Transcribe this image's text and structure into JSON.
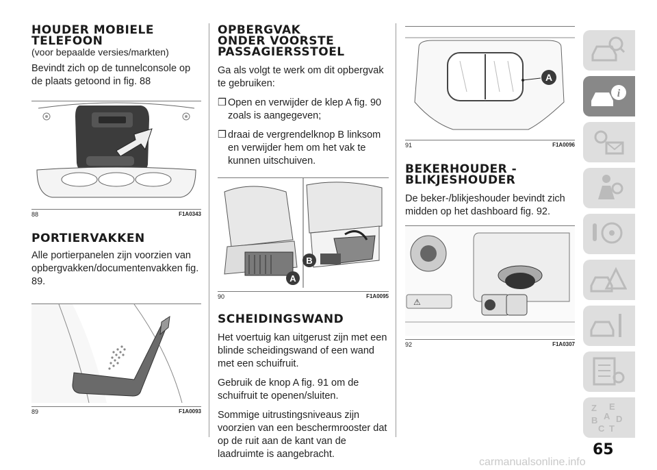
{
  "col1": {
    "h_phone": "HOUDER MOBIELE TELEFOON",
    "phone_sub": "(voor bepaalde versies/markten)",
    "phone_text": "Bevindt zich op de tunnelconsole op de plaats getoond in fig. 88",
    "fig88": {
      "num": "88",
      "code": "F1A0343"
    },
    "h_doors": "PORTIERVAKKEN",
    "doors_text": "Alle portierpanelen zijn voorzien van opbergvakken/documentenvakken fig. 89.",
    "fig89": {
      "num": "89",
      "code": "F1A0093"
    }
  },
  "col2": {
    "h_storage": "OPBERGVAK ONDER VOORSTE PASSAGIERSSTOEL",
    "storage_text": "Ga als volgt te werk om dit opbergvak te gebruiken:",
    "bullet_symbol": "❒",
    "bullet1": "Open en verwijder de klep A fig. 90 zoals is aangegeven;",
    "bullet2": "draai de vergrendelknop B linksom en verwijder hem om het vak te kunnen uitschuiven.",
    "fig90": {
      "num": "90",
      "code": "F1A0095",
      "label_a": "A",
      "label_b": "B"
    },
    "h_partition": "SCHEIDINGSWAND",
    "partition_p1": "Het voertuig kan uitgerust zijn met een blinde scheidingswand of een wand met een schuifruit.",
    "partition_p2": "Gebruik de knop A fig. 91 om de schuifruit te openen/sluiten.",
    "partition_p3": "Sommige uitrustingsniveaus zijn voorzien van een beschermrooster dat op de ruit aan de kant van de laadruimte is aangebracht."
  },
  "col3": {
    "fig91": {
      "num": "91",
      "code": "F1A0096",
      "label_a": "A"
    },
    "h_cup": "BEKERHOUDER - BLIKJESHOUDER",
    "cup_text": "De beker-/blikjeshouder bevindt zich midden op het dashboard fig. 92.",
    "fig92": {
      "num": "92",
      "code": "F1A0307"
    }
  },
  "sidetabs": [
    "car-search-icon",
    "car-info-icon",
    "warning-lights-icon",
    "airbag-person-icon",
    "steering-key-icon",
    "car-hazard-icon",
    "car-tools-icon",
    "specs-list-icon",
    "alphabet-index-icon"
  ],
  "page_number": "65",
  "watermark": "carmanualsonline.info",
  "colors": {
    "active_tab": "#888888",
    "inactive_tab": "#dedede",
    "label_circle": "#3a3a3a"
  }
}
